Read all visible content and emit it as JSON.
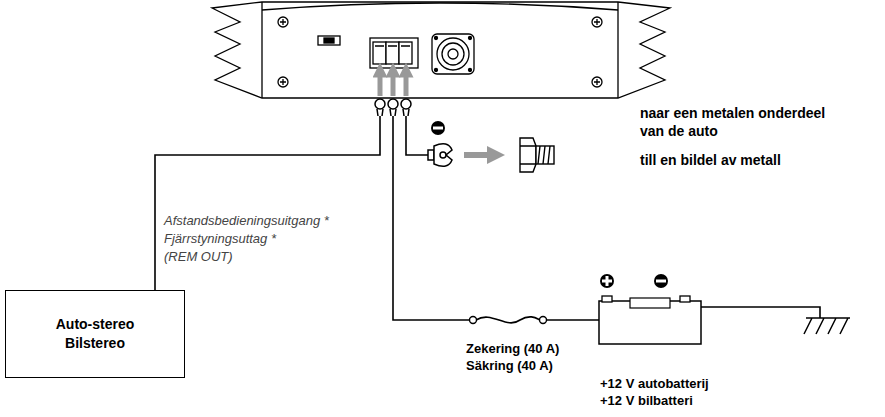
{
  "diagram": {
    "nodes": [
      {
        "text": [
          "Auto-stereo",
          "Bilstereo"
        ]
      },
      {
        "text": [
          "+12 V autobatterij",
          "+12 V bilbatteri"
        ]
      }
    ],
    "labels": [
      "naar een metalen onderdeel van de auto",
      "till en bildel av metall",
      "Afstandsbedieningsuitgang *",
      "Fjärrstyningsuttag *",
      "(REM OUT)",
      "Zekering (40 A)",
      "Säkring (40 A)"
    ]
  }
}
